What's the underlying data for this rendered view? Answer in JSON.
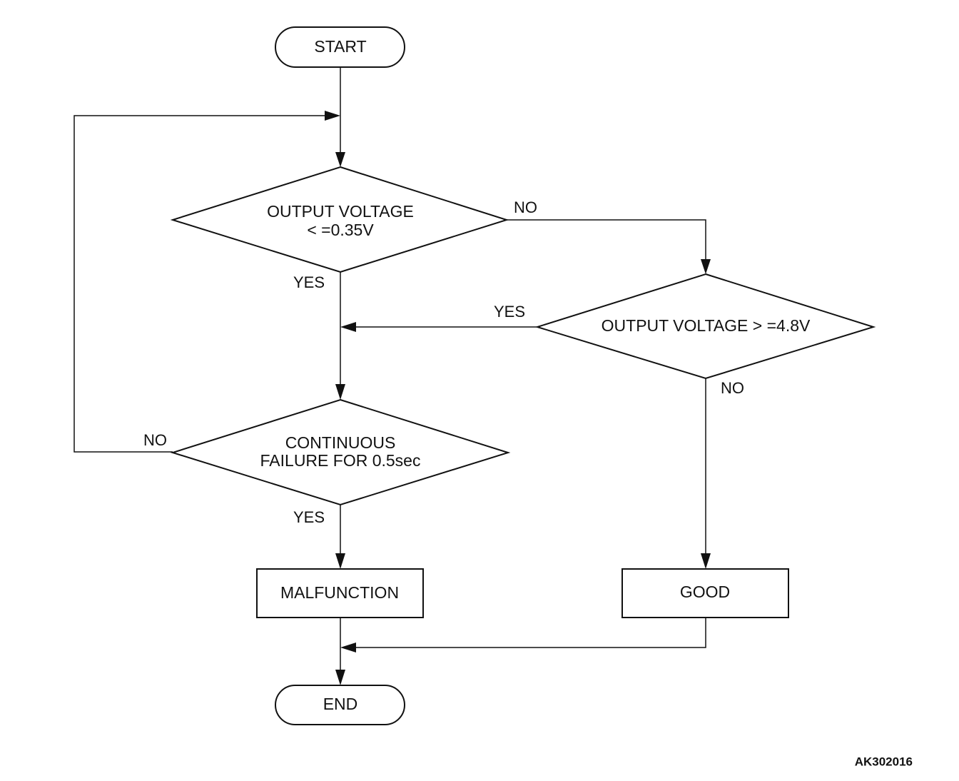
{
  "nodes": {
    "start": "START",
    "decision_low": [
      "OUTPUT VOLTAGE",
      "< =0.35V"
    ],
    "decision_high": "OUTPUT VOLTAGE > =4.8V",
    "decision_continuous": [
      "CONTINUOUS",
      "FAILURE FOR 0.5sec"
    ],
    "malfunction": "MALFUNCTION",
    "good": "GOOD",
    "end": "END"
  },
  "branches": {
    "low_no": "NO",
    "low_yes": "YES",
    "high_yes": "YES",
    "high_no": "NO",
    "continuous_no": "NO",
    "continuous_yes": "YES"
  },
  "figure_code": "AK302016"
}
